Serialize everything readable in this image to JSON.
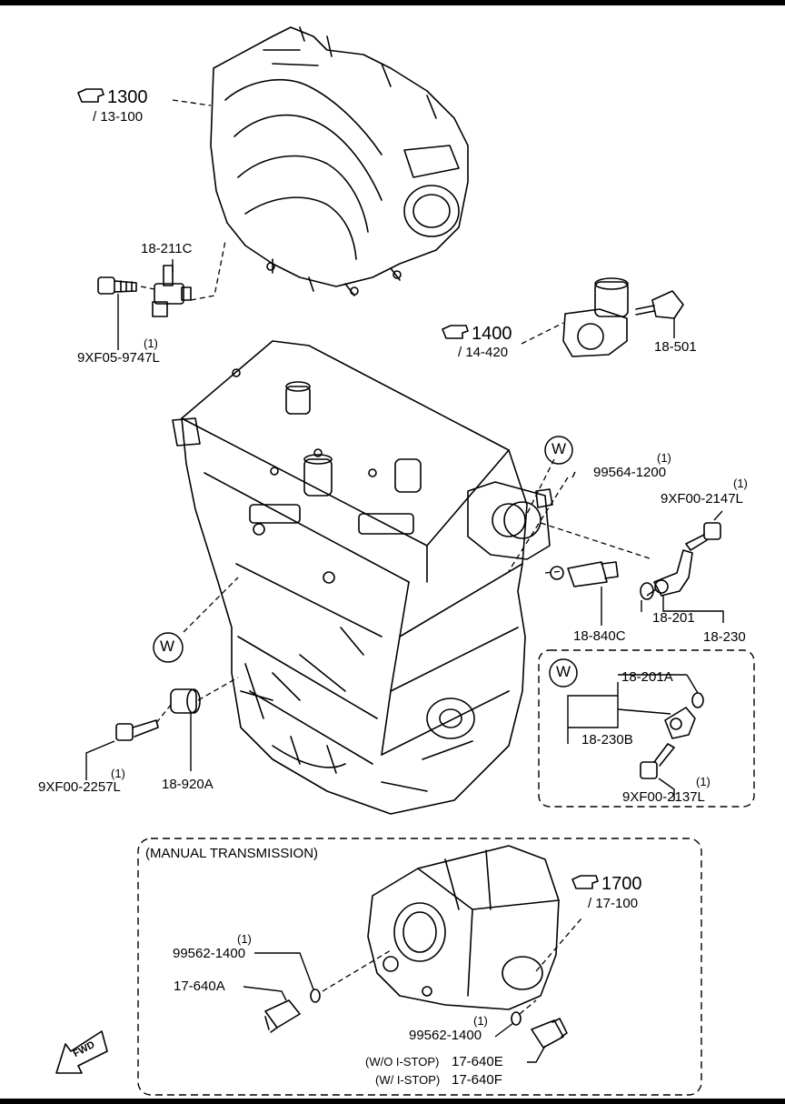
{
  "references": [
    {
      "id": "1300",
      "sub": "/ 13-100"
    },
    {
      "id": "1400",
      "sub": "/ 14-420"
    },
    {
      "id": "1700",
      "sub": "/ 17-100"
    }
  ],
  "parts": {
    "p18_211C": "18-211C",
    "bolt_9747": "9XF05-9747L",
    "bolt_9747_qty": "(1)",
    "p18_501": "18-501",
    "oring_1200": "99564-1200",
    "oring_1200_qty": "(1)",
    "bolt_2147": "9XF00-2147L",
    "bolt_2147_qty": "(1)",
    "p18_840C": "18-840C",
    "p18_201": "18-201",
    "p18_230": "18-230",
    "p18_201A": "18-201A",
    "p18_230B": "18-230B",
    "bolt_2137": "9XF00-2137L",
    "bolt_2137_qty": "(1)",
    "bolt_2257": "9XF00-2257L",
    "bolt_2257_qty": "(1)",
    "p18_920A": "18-920A",
    "gasket_1400_a": "99562-1400",
    "gasket_1400_a_qty": "(1)",
    "p17_640A": "17-640A",
    "gasket_1400_b": "99562-1400",
    "gasket_1400_b_qty": "(1)",
    "p17_640E_note": "(W/O I-STOP)",
    "p17_640E": "17-640E",
    "p17_640F_note": "(W/ I-STOP)",
    "p17_640F": "17-640F"
  },
  "callouts": {
    "w1": "W",
    "w2": "W",
    "w3": "W"
  },
  "manual_box_title": "(MANUAL TRANSMISSION)",
  "fwd_label": "FWD",
  "icons": {
    "reference": "pointing-hand-icon"
  }
}
